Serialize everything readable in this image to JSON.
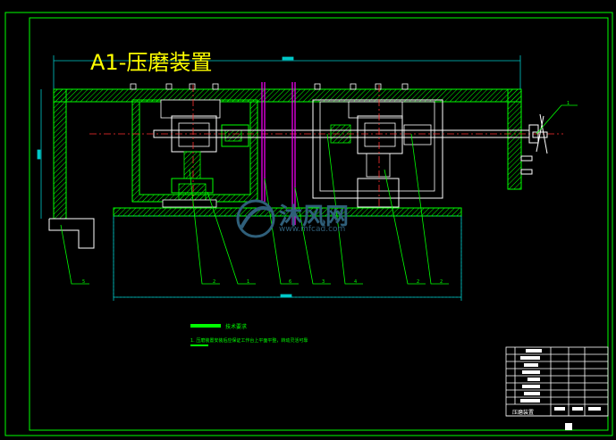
{
  "drawing": {
    "title": "A1-压磨装置",
    "notes_heading": "技术要求",
    "notes_line": "1. 压磨装置安装后应保证工作台上平面平整，转动灵活可靠",
    "title_block_name": "压磨装置"
  },
  "watermark": {
    "brand": "沐风网",
    "url": "www.mfcad.com"
  },
  "colors": {
    "frame": "#00ff00",
    "hatch": "#00ff00",
    "outline": "#ffffff",
    "centerline": "#ff3030",
    "dimension": "#00c8c8",
    "magenta": "#ff00ff",
    "title": "#ffff00",
    "watermark": "#2f5f7a"
  }
}
